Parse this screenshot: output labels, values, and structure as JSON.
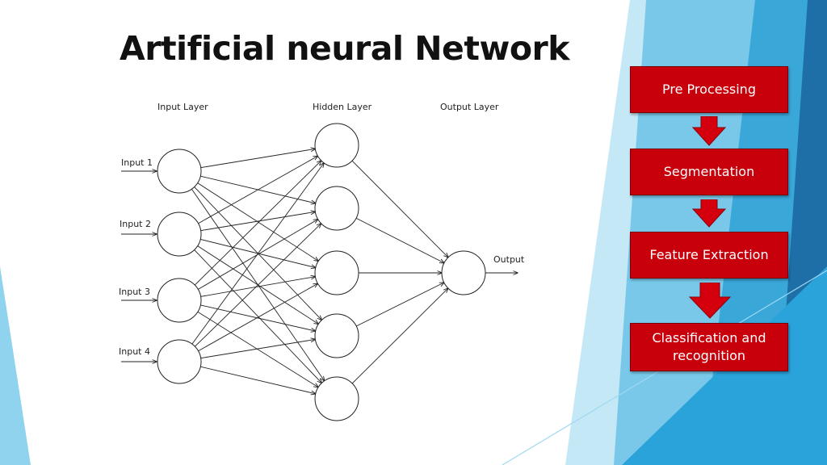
{
  "slide": {
    "title": "Artificial neural Network"
  },
  "network": {
    "layers": [
      {
        "title": "Input Layer",
        "node_count": 4
      },
      {
        "title": "Hidden Layer",
        "node_count": 5
      },
      {
        "title": "Output Layer",
        "node_count": 1
      }
    ],
    "input_labels": [
      "Input 1",
      "Input 2",
      "Input 3",
      "Input 4"
    ],
    "output_label": "Output"
  },
  "process": {
    "steps": [
      {
        "label": "Pre Processing"
      },
      {
        "label": "Segmentation"
      },
      {
        "label": "Feature Extraction"
      },
      {
        "label": "Classification and recognition"
      }
    ],
    "box_color": "#c8000c",
    "arrow_color": "#d4000e"
  },
  "theme": {
    "accent_light": "#8fd3ef",
    "accent_mid": "#3ab0e0",
    "accent_dark": "#1e6fa8"
  }
}
